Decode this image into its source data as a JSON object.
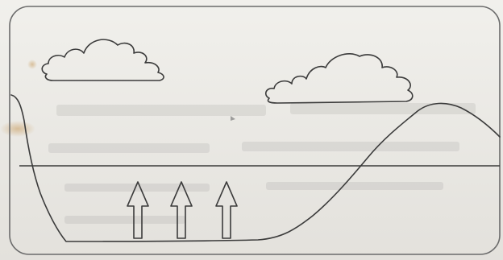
{
  "scene": {
    "description_items": {
      "clouds": 2,
      "arrows": 3
    },
    "colors": {
      "paper": "#ebeae6",
      "ink": "#3b3b3b",
      "stain": "#c9a36a"
    },
    "icons": [
      "cloud-icon",
      "up-arrow-icon",
      "water-level-line"
    ]
  }
}
